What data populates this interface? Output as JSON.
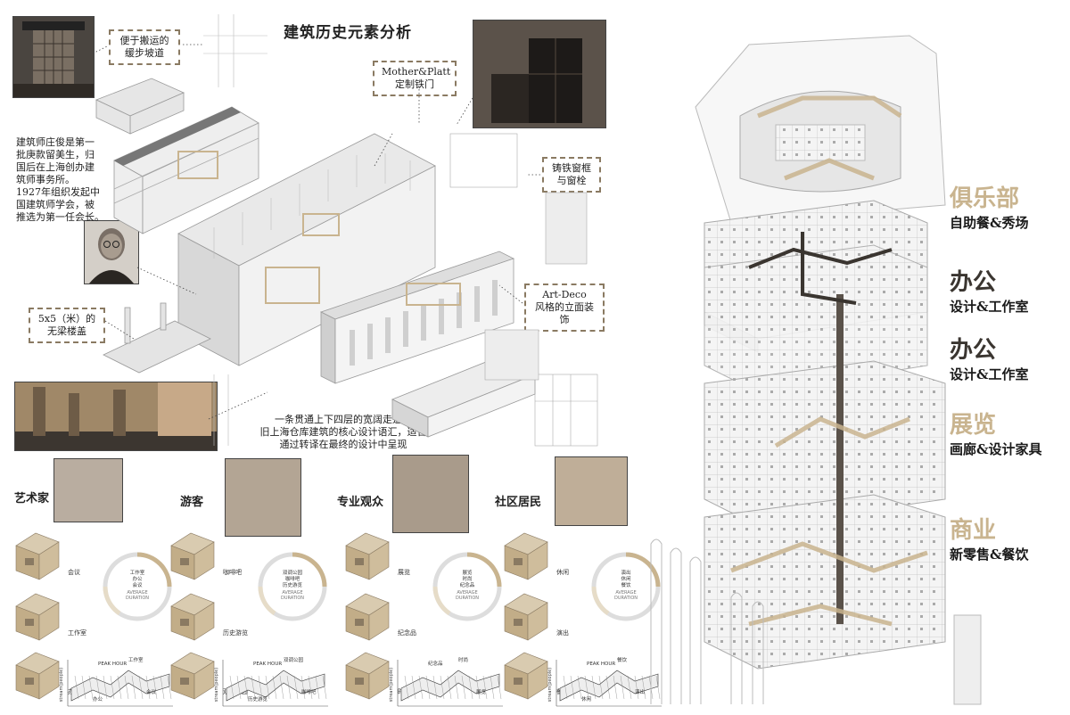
{
  "title": "建筑历史元素分析",
  "callouts": {
    "ramp": [
      "便于搬运的",
      "缓步坡道"
    ],
    "iron_door": [
      "Mother&Platt",
      "定制铁门"
    ],
    "window": [
      "铸铁窗框",
      "与窗栓"
    ],
    "artdeco": [
      "Art-Deco",
      "风格的立面装饰"
    ],
    "slab": [
      "5x5（米）的",
      "无梁楼盖"
    ]
  },
  "bio": [
    "建筑师庄俊是第一",
    "批庚款留美生，归",
    "国后在上海创办建",
    "筑师事务所。",
    "1927年组织发起中",
    "国建筑师学会，被",
    "推选为第一任会长。"
  ],
  "corridor_note": [
    "一条贯通上下四层的宽阔走道是",
    "旧上海仓库建筑的核心设计语汇，适合",
    "通过转译在最终的设计中呈现"
  ],
  "personas": [
    {
      "name": "艺术家",
      "scenes": [
        "会议",
        "工作室",
        "办公"
      ],
      "donut_labels": [
        "工作室",
        "办公",
        "会议"
      ],
      "chart_labels": [
        "PEAK HOUR",
        "工作室",
        "会议",
        "办公"
      ]
    },
    {
      "name": "游客",
      "scenes": [
        "咖啡吧",
        "历史游览",
        "双调公园"
      ],
      "donut_labels": [
        "双调公园",
        "咖啡吧",
        "历史游览"
      ],
      "chart_labels": [
        "PEAK HOUR",
        "双调公园",
        "咖啡吧",
        "历史游览"
      ]
    },
    {
      "name": "专业观众",
      "scenes": [
        "展览",
        "纪念品",
        "时尚"
      ],
      "donut_labels": [
        "展览",
        "时尚",
        "纪念品"
      ],
      "chart_labels": [
        "纪念品",
        "时尚",
        "展览"
      ]
    },
    {
      "name": "社区居民",
      "scenes": [
        "休闲",
        "演出",
        "餐饮"
      ],
      "donut_labels": [
        "演出",
        "休闲",
        "餐饮"
      ],
      "chart_labels": [
        "PEAK HOUR",
        "餐饮",
        "演出",
        "休闲"
      ]
    }
  ],
  "donut_center": [
    "AVERAGE",
    "DURATION"
  ],
  "axis_label": "stream(people)",
  "functions": [
    {
      "big": "俱乐部",
      "sub": "自助餐&秀场",
      "color": "#c9b48f"
    },
    {
      "big": "办公",
      "sub": "设计&工作室",
      "color": "#3a3530"
    },
    {
      "big": "办公",
      "sub": "设计&工作室",
      "color": "#3a3530"
    },
    {
      "big": "展览",
      "sub": "画廊&设计家具",
      "color": "#c9b48f"
    },
    {
      "big": "商业",
      "sub": "新零售&餐饮",
      "color": "#c9b48f"
    }
  ],
  "colors": {
    "accent": "#c9b48f",
    "dark": "#3a3530",
    "box": "#c7b596",
    "dash": "#8a7a62"
  }
}
